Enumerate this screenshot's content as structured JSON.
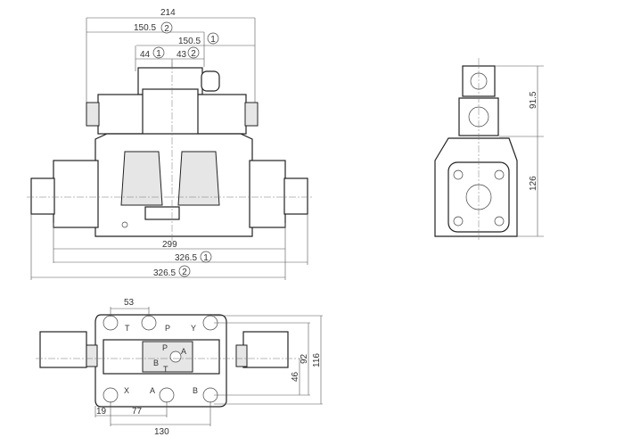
{
  "front_view": {
    "dims": {
      "overall_top": "214",
      "pilot_2": "150.5",
      "pilot_2_ref": "2",
      "pilot_1": "150.5",
      "pilot_1_ref": "1",
      "sol_1": "44",
      "sol_1_ref": "1",
      "sol_2": "43",
      "sol_2_ref": "2",
      "body": "299",
      "overall_1": "326.5",
      "overall_1_ref": "1",
      "overall_2": "326.5",
      "overall_2_ref": "2"
    }
  },
  "side_view": {
    "dims": {
      "pilot_height": "91.5",
      "body_height": "126"
    }
  },
  "bottom_view": {
    "ports": {
      "t": "T",
      "p": "P",
      "y": "Y",
      "x": "X",
      "a": "A",
      "b": "B"
    },
    "pilot_ports": {
      "p": "P",
      "a": "A",
      "b": "B",
      "t": "T"
    },
    "dims": {
      "t_p": "53",
      "x_offset": "19",
      "x_a": "77",
      "x_b": "130",
      "a_b_height": "46",
      "inner_height": "92",
      "overall_height": "116"
    }
  }
}
